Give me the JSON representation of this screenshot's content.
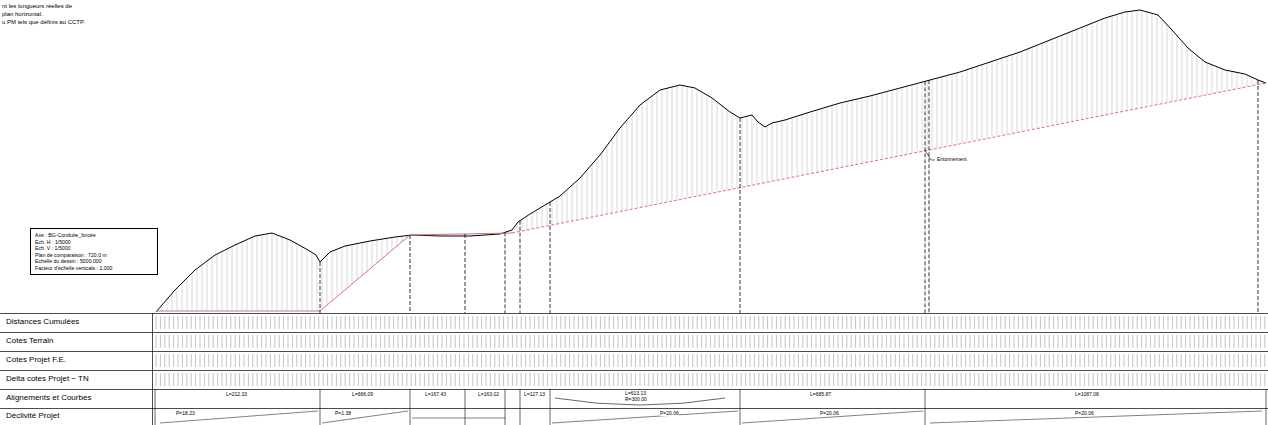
{
  "diagram": {
    "nodes": [
      {
        "text": [
          "Axe : BG-Conduite_forcée",
          "Ech. H : 1/5000",
          "Ech. V : 1/5000",
          "Plan de comparaison : 720.0 m",
          "Echelle du dessin : 5000.000",
          "Facteur d'échelle verticale : 1.000"
        ]
      },
      {
        "text": [
          "Distances Cumulées"
        ]
      },
      {
        "text": [
          "Cotes Terrain"
        ]
      },
      {
        "text": [
          "Cotes Projet F.E."
        ]
      },
      {
        "text": [
          "Delta cotes Projet − TN"
        ]
      },
      {
        "text": [
          "Alignements et Courbes"
        ]
      },
      {
        "text": [
          "Déclivité Projet"
        ]
      }
    ],
    "labels": [
      "nt les longueurs réelles de",
      "plan horizontal.",
      "u PM tels que définis au CCTP.",
      "Entonnement",
      "L=212.33",
      "L=666.09",
      "L=167.43",
      "L=163.02",
      "L=127.13",
      "L=613.13",
      "R=300.00",
      "L=685.87",
      "L=1087.08",
      "P=18.23",
      "P=1.38",
      "P=20.06",
      "P=20.06",
      "P=20.06"
    ]
  }
}
